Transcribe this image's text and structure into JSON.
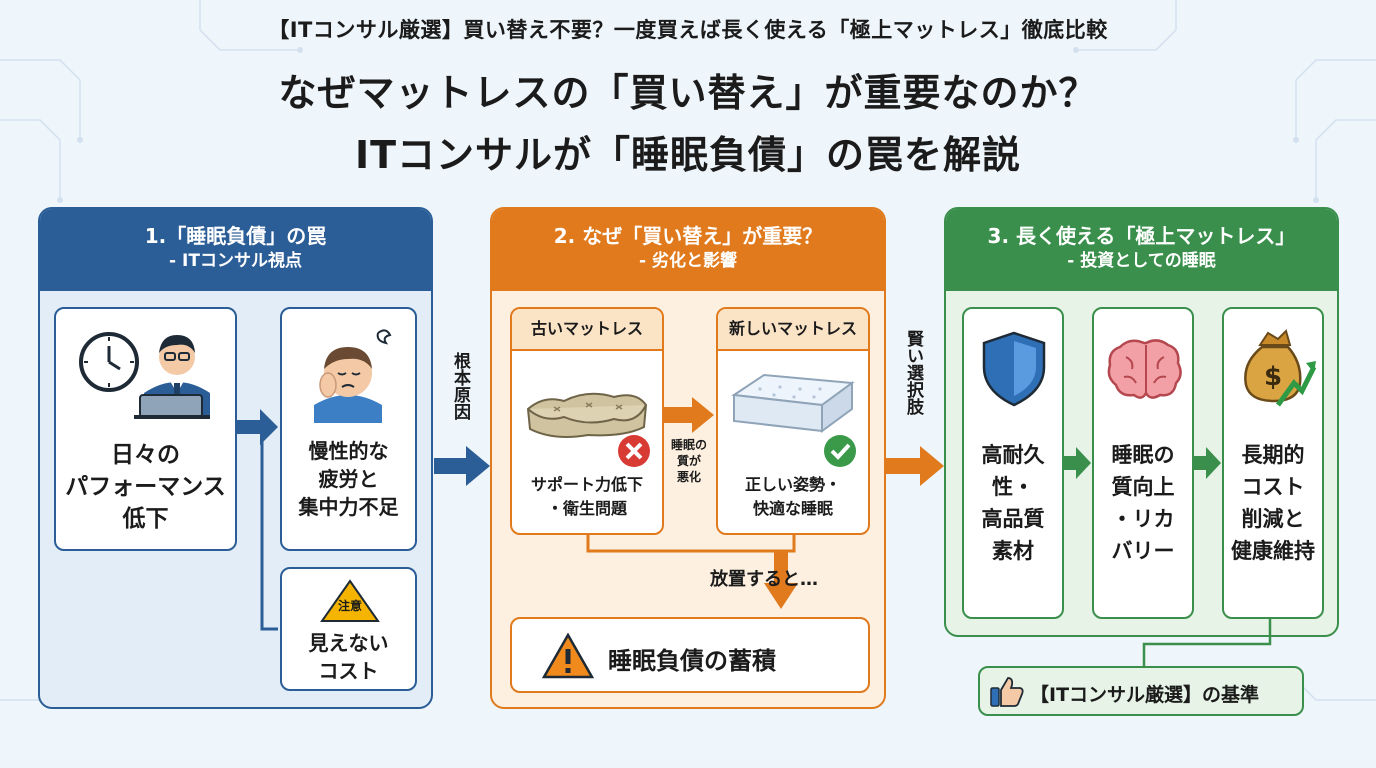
{
  "header": {
    "subtitle": "【ITコンサル厳選】買い替え不要？一度買えば長く使える「極上マットレス」徹底比較",
    "title_line1": "なぜマットレスの「買い替え」が重要なのか？",
    "title_line2": "ITコンサルが「睡眠負債」の罠を解説"
  },
  "panel1": {
    "heading": "1.「睡眠負債」の罠",
    "subheading": "- ITコンサル視点",
    "card_performance": "日々の\nパフォーマンス\n低下",
    "card_fatigue": "慢性的な\n疲労と\n集中力不足",
    "caution_badge": "注意",
    "card_hidden_cost": "見えない\nコスト"
  },
  "connector_root_cause": "根本原因",
  "panel2": {
    "heading": "2. なぜ「買い替え」が重要？",
    "subheading": "- 劣化と影響",
    "old_label": "古いマットレス",
    "old_caption": "サポート力低下\n・衛生問題",
    "arrow_caption": "睡眠の\n質が\n悪化",
    "new_label": "新しいマットレス",
    "new_caption": "正しい姿勢・\n快適な睡眠",
    "neglect_caption": "放置すると…",
    "result": "睡眠負債の蓄積"
  },
  "connector_smart_choice": "賢い選択肢",
  "panel3": {
    "heading": "3. 長く使える「極上マットレス」",
    "subheading": "- 投資としての睡眠",
    "card_durable": "高耐久\n性・\n高品質\n素材",
    "card_quality": "睡眠の\n質向上\n・リカ\nバリー",
    "card_cost": "長期的\nコスト\n削減と\n健康維持",
    "criteria_badge": "【ITコンサル厳選】の基準"
  },
  "icons": [
    "clock-icon",
    "consultant-laptop-icon",
    "tired-person-icon",
    "caution-sign-icon",
    "old-mattress-icon",
    "cross-icon",
    "new-mattress-icon",
    "check-icon",
    "warning-icon",
    "shield-icon",
    "brain-icon",
    "money-bag-growth-icon",
    "thumbs-up-icon"
  ],
  "colors": {
    "blue": "#2b5d96",
    "orange": "#e07a1d",
    "green": "#3a8f4c",
    "blue_bg": "#e3edf8",
    "orange_bg": "#fdf0e1",
    "green_bg": "#e6f3e6"
  }
}
